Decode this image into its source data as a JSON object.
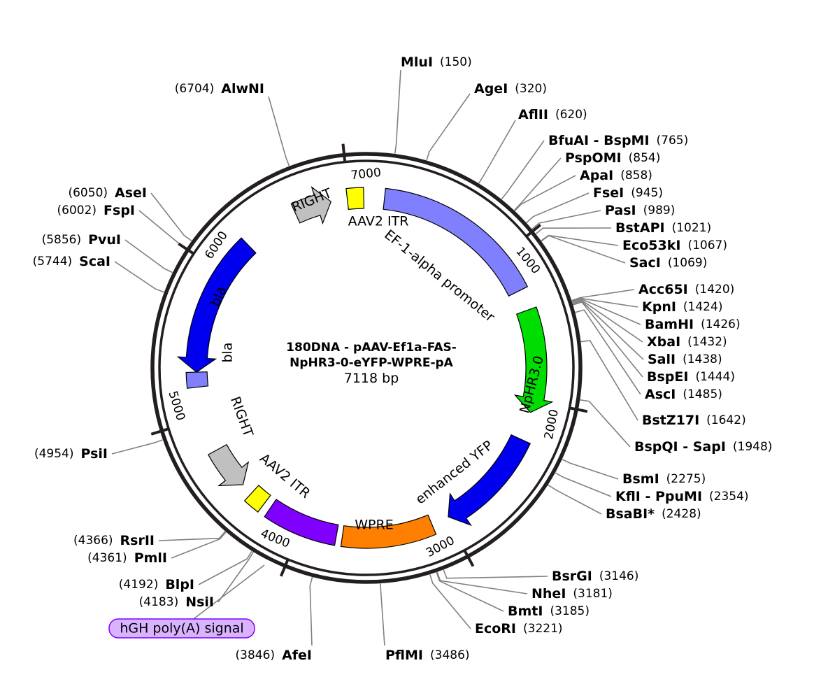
{
  "plasmid": {
    "title_line1": "180DNA - pAAV-Ef1a-FAS-",
    "title_line2": "NpHR3-0-eYFP-WPRE-pA",
    "size": "7118 bp",
    "length": 7118
  },
  "colors": {
    "backbone": "#231f20",
    "leader": "#808080",
    "right_arrow": "#c0c0c0",
    "itr": "#ffff00",
    "promoter": "#8080ff",
    "nphr": "#00dd00",
    "yfp": "#0000ee",
    "wpre": "#ff8000",
    "polya": "#8000ff",
    "bla": "#0000ee",
    "bla_promoter": "#8080ff",
    "label_box_fill": "#d9b3ff",
    "label_box_stroke": "#8000ff"
  },
  "ticks": [
    {
      "pos": 1000,
      "label": "1000"
    },
    {
      "pos": 2000,
      "label": "2000"
    },
    {
      "pos": 3000,
      "label": "3000"
    },
    {
      "pos": 4000,
      "label": "4000"
    },
    {
      "pos": 5000,
      "label": "5000"
    },
    {
      "pos": 6000,
      "label": "6000"
    },
    {
      "pos": 7000,
      "label": "7000"
    }
  ],
  "features": [
    {
      "id": "right-top",
      "label": "RIGHT",
      "start": 6630,
      "end": 6880,
      "shape": "arrow",
      "color": "right_arrow"
    },
    {
      "id": "itr-top",
      "label": "AAV2 ITR",
      "start": 6990,
      "end": 7100,
      "shape": "box",
      "color": "itr"
    },
    {
      "id": "promoter",
      "label": "EF-1-alpha promoter",
      "start": 120,
      "end": 1250,
      "shape": "box",
      "color": "promoter"
    },
    {
      "id": "nphr",
      "label": "NpHR3.0",
      "start": 1390,
      "end": 2080,
      "shape": "arrow",
      "color": "nphr"
    },
    {
      "id": "eyfp",
      "label": "enhanced YFP",
      "start": 2270,
      "end": 2990,
      "shape": "arrow",
      "color": "yfp"
    },
    {
      "id": "wpre",
      "label": "WPRE",
      "start": 3110,
      "end": 3720,
      "shape": "box",
      "color": "wpre"
    },
    {
      "id": "polya",
      "label": "hGH poly(A) signal",
      "start": 3760,
      "end": 4240,
      "shape": "box",
      "color": "polya"
    },
    {
      "id": "itr-bottom",
      "label": "AAV2 ITR",
      "start": 4290,
      "end": 4400,
      "shape": "box",
      "color": "itr"
    },
    {
      "id": "right-bottom",
      "label": "RIGHT",
      "start": 4480,
      "end": 4770,
      "shape": "arrow-rev",
      "color": "right_arrow"
    },
    {
      "id": "bla",
      "label": "bla",
      "start": 5310,
      "end": 6250,
      "shape": "arrow-rev",
      "color": "bla"
    },
    {
      "id": "bla-promoter",
      "label": "",
      "start": 5210,
      "end": 5310,
      "shape": "box",
      "color": "bla_promoter"
    }
  ],
  "sites": [
    {
      "name": "MluI",
      "pos": 150
    },
    {
      "name": "AgeI",
      "pos": 320
    },
    {
      "name": "AflII",
      "pos": 620
    },
    {
      "name": "BfuAI - BspMI",
      "pos": 765
    },
    {
      "name": "PspOMI",
      "pos": 854
    },
    {
      "name": "ApaI",
      "pos": 858
    },
    {
      "name": "FseI",
      "pos": 945
    },
    {
      "name": "PasI",
      "pos": 989
    },
    {
      "name": "BstAPI",
      "pos": 1021
    },
    {
      "name": "Eco53kI",
      "pos": 1067
    },
    {
      "name": "SacI",
      "pos": 1069
    },
    {
      "name": "Acc65I",
      "pos": 1420
    },
    {
      "name": "KpnI",
      "pos": 1424
    },
    {
      "name": "BamHI",
      "pos": 1426
    },
    {
      "name": "XbaI",
      "pos": 1432
    },
    {
      "name": "SalI",
      "pos": 1438
    },
    {
      "name": "BspEI",
      "pos": 1444
    },
    {
      "name": "AscI",
      "pos": 1485
    },
    {
      "name": "BstZ17I",
      "pos": 1642
    },
    {
      "name": "BspQI - SapI",
      "pos": 1948
    },
    {
      "name": "BsmI",
      "pos": 2275
    },
    {
      "name": "KflI - PpuMI",
      "pos": 2354
    },
    {
      "name": "BsaBI*",
      "pos": 2428
    },
    {
      "name": "BsrGI",
      "pos": 3146
    },
    {
      "name": "NheI",
      "pos": 3181
    },
    {
      "name": "BmtI",
      "pos": 3185
    },
    {
      "name": "EcoRI",
      "pos": 3221
    },
    {
      "name": "PflMI",
      "pos": 3486
    },
    {
      "name": "AfeI",
      "pos": 3846
    },
    {
      "name": "NsiI",
      "pos": 4183
    },
    {
      "name": "BlpI",
      "pos": 4192
    },
    {
      "name": "PmlI",
      "pos": 4361
    },
    {
      "name": "RsrII",
      "pos": 4366
    },
    {
      "name": "PsiI",
      "pos": 4954
    },
    {
      "name": "ScaI",
      "pos": 5744
    },
    {
      "name": "PvuI",
      "pos": 5856
    },
    {
      "name": "FspI",
      "pos": 6002
    },
    {
      "name": "AseI",
      "pos": 6050
    },
    {
      "name": "AlwNI",
      "pos": 6704
    }
  ]
}
